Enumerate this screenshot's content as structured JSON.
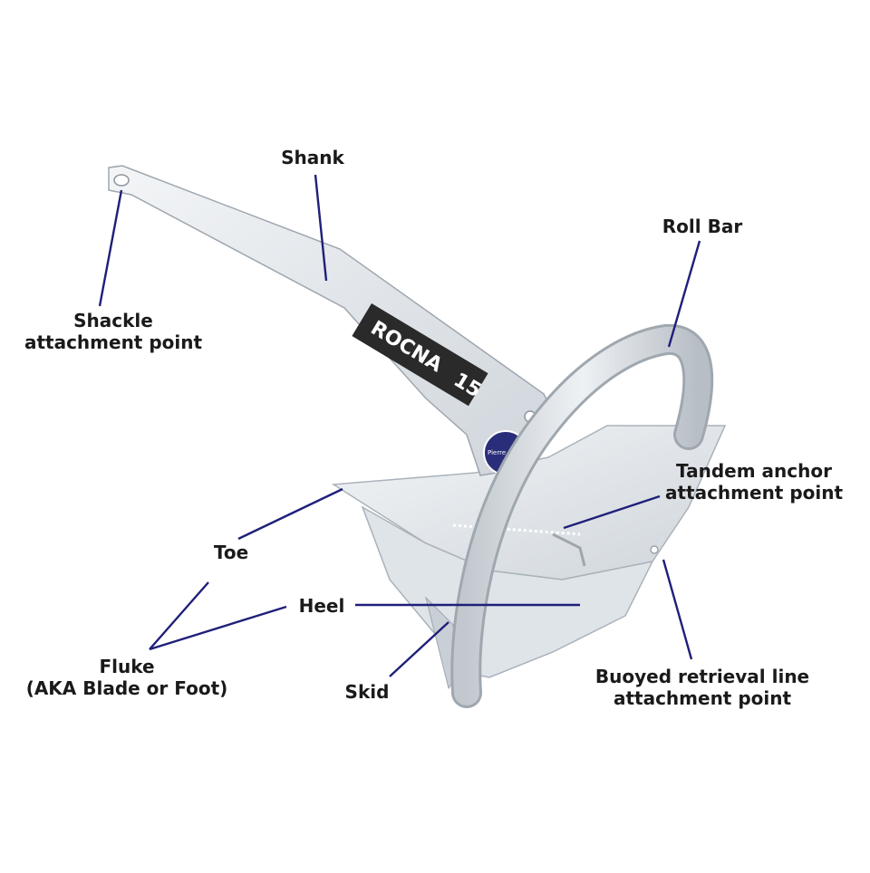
{
  "labels": {
    "shank": "Shank",
    "shackle": [
      "Shackle",
      "attachment point"
    ],
    "roll_bar": "Roll Bar",
    "tandem": [
      "Tandem anchor",
      "attachment point"
    ],
    "toe": "Toe",
    "heel": "Heel",
    "fluke": [
      "Fluke",
      "(AKA Blade or Foot)"
    ],
    "skid": "Skid",
    "buoyed": [
      "Buoyed retrieval line",
      "attachment point"
    ]
  },
  "plate": {
    "brand": "ROCNA",
    "size": "15"
  },
  "badge": {
    "text": "Pierre Cove"
  },
  "colors": {
    "leader": "#1f1f7a",
    "steel": "#e6eaee",
    "steel_shadow": "#c5ccd3",
    "plate": "#2a2a2a",
    "badge": "#2a2e7a"
  }
}
